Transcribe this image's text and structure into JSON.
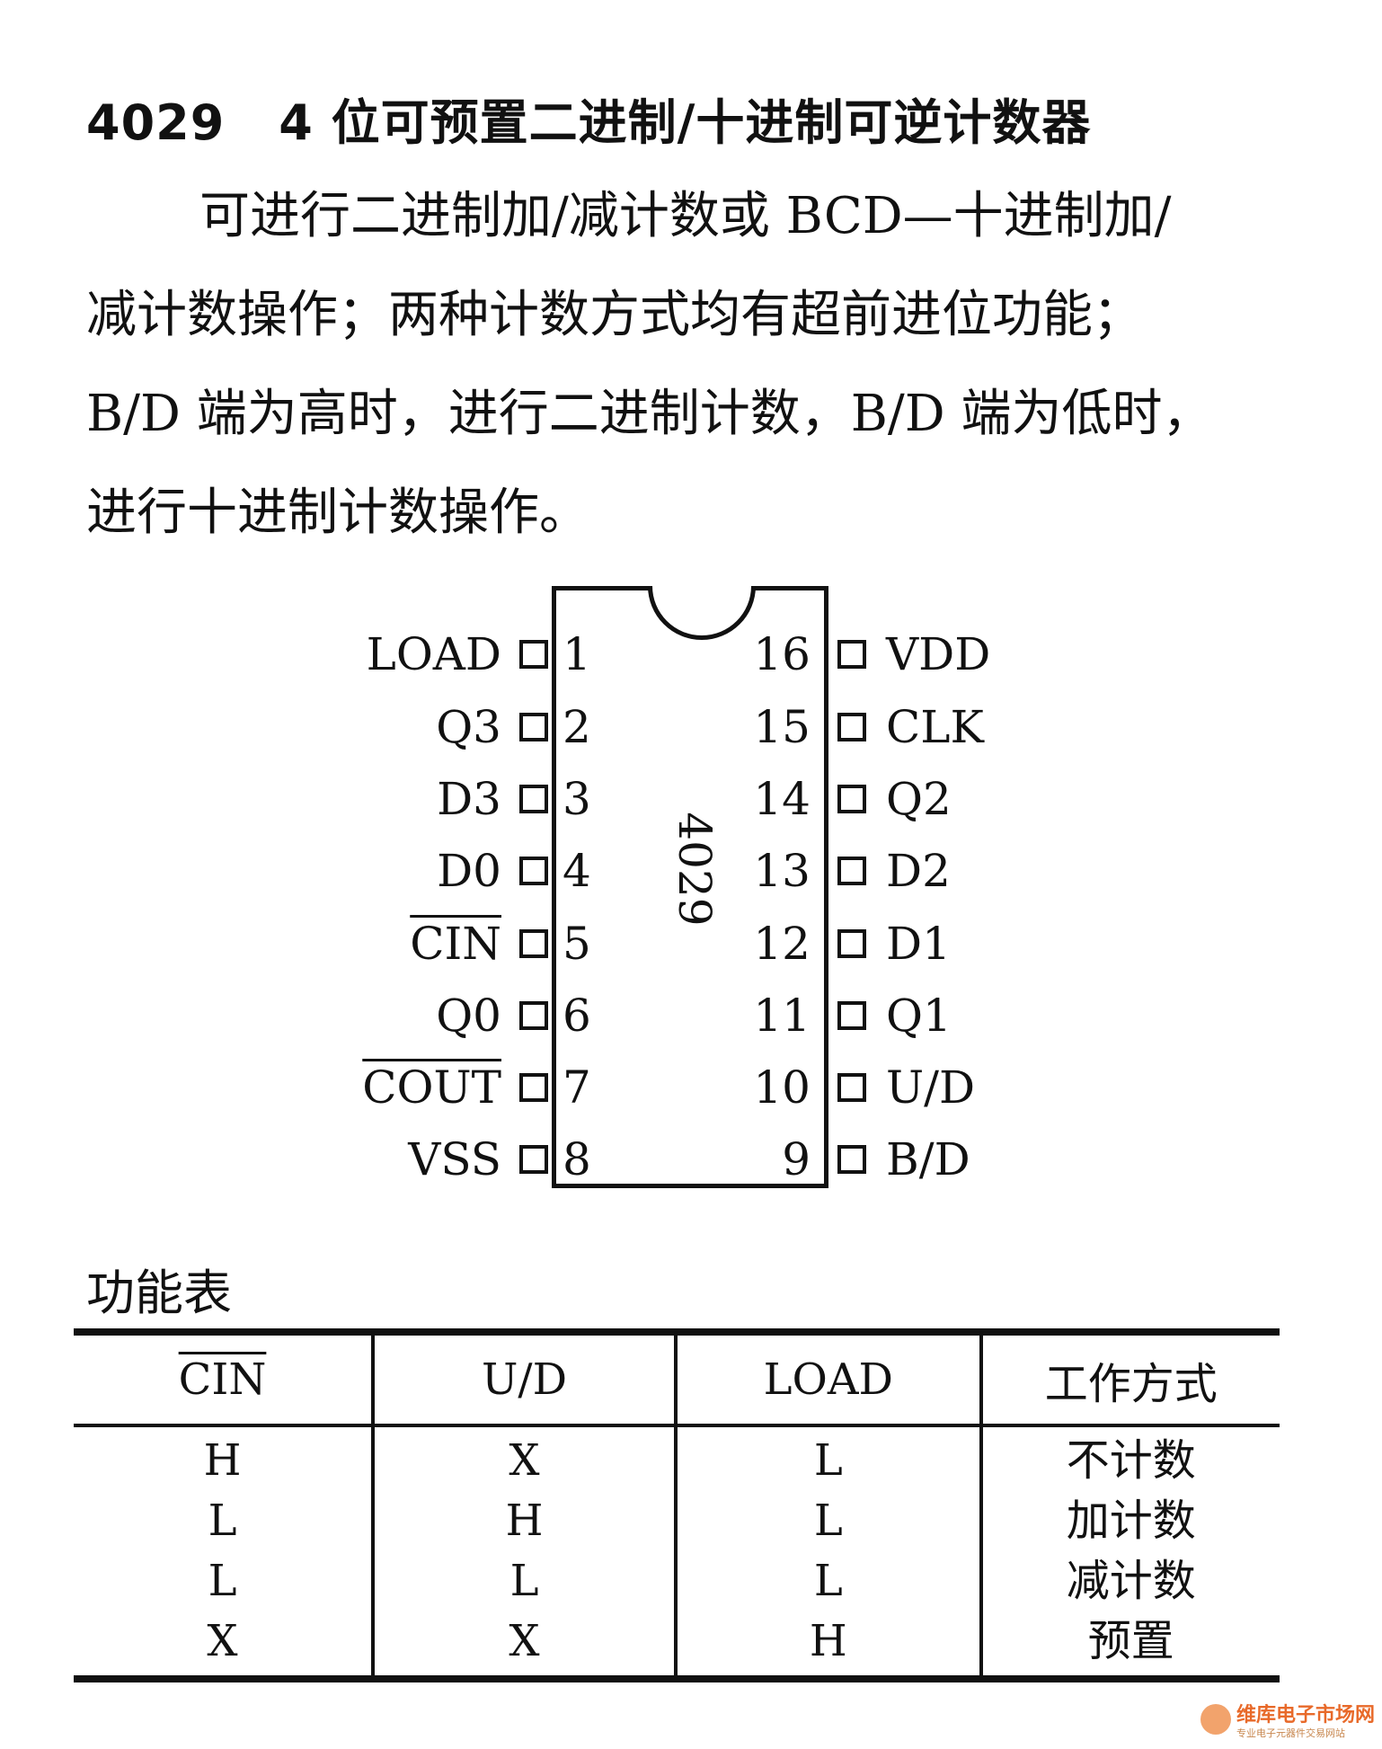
{
  "heading": {
    "number": "4029",
    "text": "4 位可预置二进制/十进制可逆计数器"
  },
  "paragraph": [
    "可进行二进制加/减计数或 BCD—十进制加/",
    "减计数操作；两种计数方式均有超前进位功能；",
    "B/D 端为高时，进行二进制计数，B/D 端为低时，",
    "进行十进制计数操作。"
  ],
  "chip": {
    "label": "4029",
    "left_pins": [
      {
        "num": "1",
        "label": "LOAD"
      },
      {
        "num": "2",
        "label": "Q3"
      },
      {
        "num": "3",
        "label": "D3"
      },
      {
        "num": "4",
        "label": "D0"
      },
      {
        "num": "5",
        "label": "CIN"
      },
      {
        "num": "6",
        "label": "Q0"
      },
      {
        "num": "7",
        "label": "COUT"
      },
      {
        "num": "8",
        "label": "VSS"
      }
    ],
    "right_pins": [
      {
        "num": "16",
        "label": "VDD"
      },
      {
        "num": "15",
        "label": "CLK"
      },
      {
        "num": "14",
        "label": "Q2"
      },
      {
        "num": "13",
        "label": "D2"
      },
      {
        "num": "12",
        "label": "D1"
      },
      {
        "num": "11",
        "label": "Q1"
      },
      {
        "num": "10",
        "label": "U/D"
      },
      {
        "num": "9",
        "label": "B/D"
      }
    ]
  },
  "function_table": {
    "caption": "功能表",
    "headers": [
      "CIN",
      "U/D",
      "LOAD",
      "工作方式"
    ],
    "rows": [
      [
        "H",
        "X",
        "L",
        "不计数"
      ],
      [
        "L",
        "H",
        "L",
        "加计数"
      ],
      [
        "L",
        "L",
        "L",
        "减计数"
      ],
      [
        "X",
        "X",
        "H",
        "预置"
      ]
    ]
  },
  "watermark": {
    "main": "维库电子市场网",
    "sub": "专业电子元器件交易网站"
  }
}
